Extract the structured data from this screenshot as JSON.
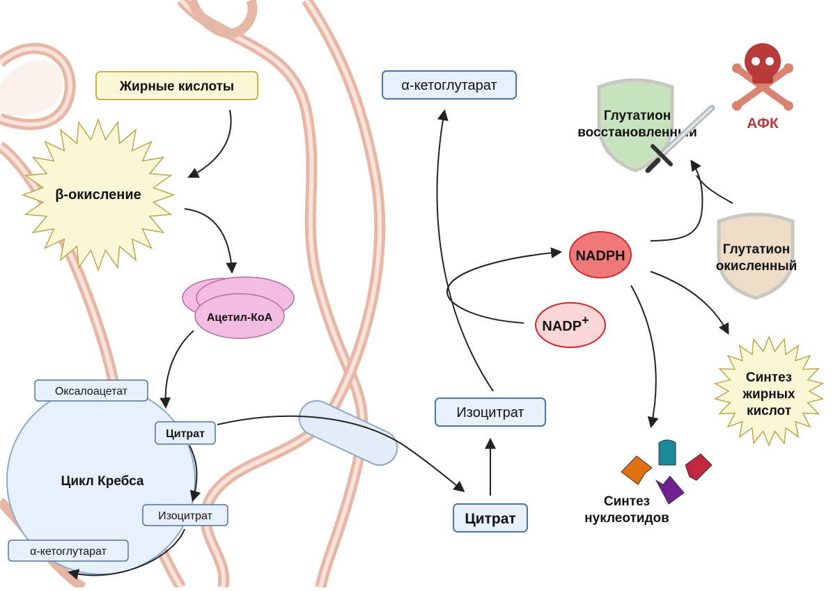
{
  "labels": {
    "fatty_acids": "Жирные кислоты",
    "beta_oxidation": "β-окисление",
    "acetyl_coa": "Ацетил-КоА",
    "oxaloacetate": "Оксалоацетат",
    "citrate_mito": "Цитрат",
    "krebs_cycle": "Цикл Кребса",
    "isocitrate_mito": "Изоцитрат",
    "akg_mito": "α-кетоглутарат",
    "citrate_cyto": "Цитрат",
    "isocitrate_cyto": "Изоцитрат",
    "akg_cyto": "α-кетоглутарат",
    "nadph": "NADPH",
    "nadp_base": "NADP",
    "nadp_sup": "+",
    "gsh_line1": "Глутатион",
    "gsh_line2": "восстановленный",
    "gssg_line1": "Глутатион",
    "gssg_line2": "окисленный",
    "ros": "АФК",
    "fa_synth_line1": "Синтез",
    "fa_synth_line2": "жирных",
    "fa_synth_line3": "кислот",
    "nuc_synth_line1": "Синтез",
    "nuc_synth_line2": "нуклеотидов"
  },
  "colors": {
    "membrane": "#e8b8a8",
    "membrane_inner": "#fbe6df",
    "matrix": "#fdf1ee",
    "box_fill": "#e8f1fb",
    "box_stroke": "#4a74a8",
    "starburst": "#fbf8d8",
    "acetyl_coa": "#f2bde0",
    "nadph": "#f07a7a",
    "nadp": "#fbd6d6",
    "ros": "#b83b3b",
    "gsh_shield": "#c8e3c0",
    "gssg_shield": "#ecdcc8"
  },
  "icons": [
    "starburst-icon",
    "shield-icon",
    "sword-icon",
    "skull-crossbones-icon",
    "nucleotide-block-icon",
    "transporter-icon"
  ]
}
